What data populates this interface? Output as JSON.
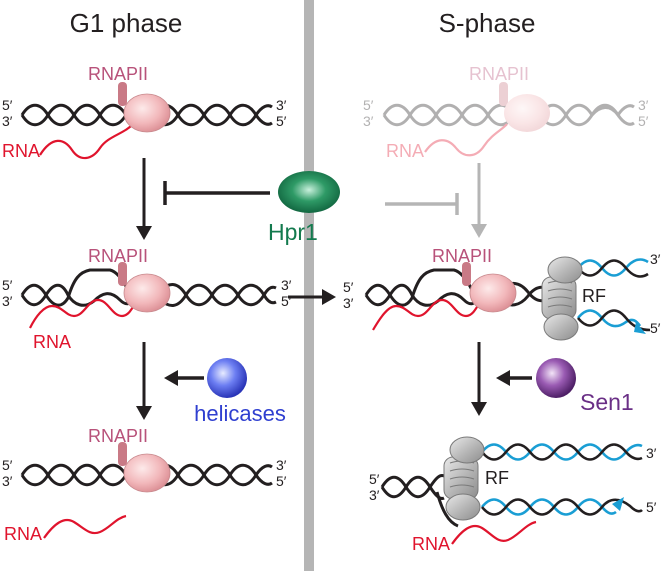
{
  "panels": {
    "left_title": "G1 phase",
    "right_title": "S-phase"
  },
  "labels": {
    "rnapii": "RNAPII",
    "rna": "RNA",
    "five_prime": "5′",
    "three_prime": "3′",
    "rf": "RF"
  },
  "factors": {
    "hpr1": "Hpr1",
    "helicases": "helicases",
    "sen1": "Sen1"
  },
  "colors": {
    "divider": "#b5b5b5",
    "dna": "#231f20",
    "rna": "#e0142d",
    "rnapii_body": "#f2b8bb",
    "rnapii_label": "#b8527a",
    "new_dna": "#1a9ed4",
    "hpr1": "#137a4e",
    "helicases": "#2f3fd0",
    "sen1": "#6a2f86",
    "replisome": "#a8a8a8",
    "faded": "#bdbdbd"
  }
}
